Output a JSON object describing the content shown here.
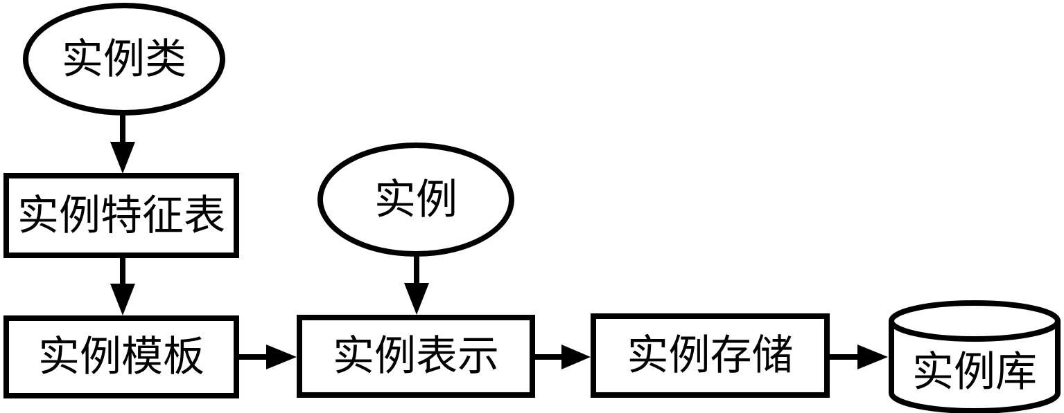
{
  "diagram": {
    "type": "flowchart",
    "colors": {
      "stroke": "#000000",
      "fill": "#ffffff"
    },
    "nodes": [
      {
        "id": "case-class",
        "shape": "ellipse",
        "label": "实例类"
      },
      {
        "id": "case-feature-table",
        "shape": "rect",
        "label": "实例特征表"
      },
      {
        "id": "case-template",
        "shape": "rect",
        "label": "实例模板"
      },
      {
        "id": "case",
        "shape": "ellipse",
        "label": "实例"
      },
      {
        "id": "case-representation",
        "shape": "rect",
        "label": "实例表示"
      },
      {
        "id": "case-storage",
        "shape": "rect",
        "label": "实例存储"
      },
      {
        "id": "case-library",
        "shape": "cylinder",
        "label": "实例库"
      }
    ],
    "edges": [
      {
        "from": "case-class",
        "to": "case-feature-table",
        "direction": "down"
      },
      {
        "from": "case-feature-table",
        "to": "case-template",
        "direction": "down"
      },
      {
        "from": "case",
        "to": "case-representation",
        "direction": "down"
      },
      {
        "from": "case-template",
        "to": "case-representation",
        "direction": "right"
      },
      {
        "from": "case-representation",
        "to": "case-storage",
        "direction": "right"
      },
      {
        "from": "case-storage",
        "to": "case-library",
        "direction": "right"
      }
    ]
  }
}
